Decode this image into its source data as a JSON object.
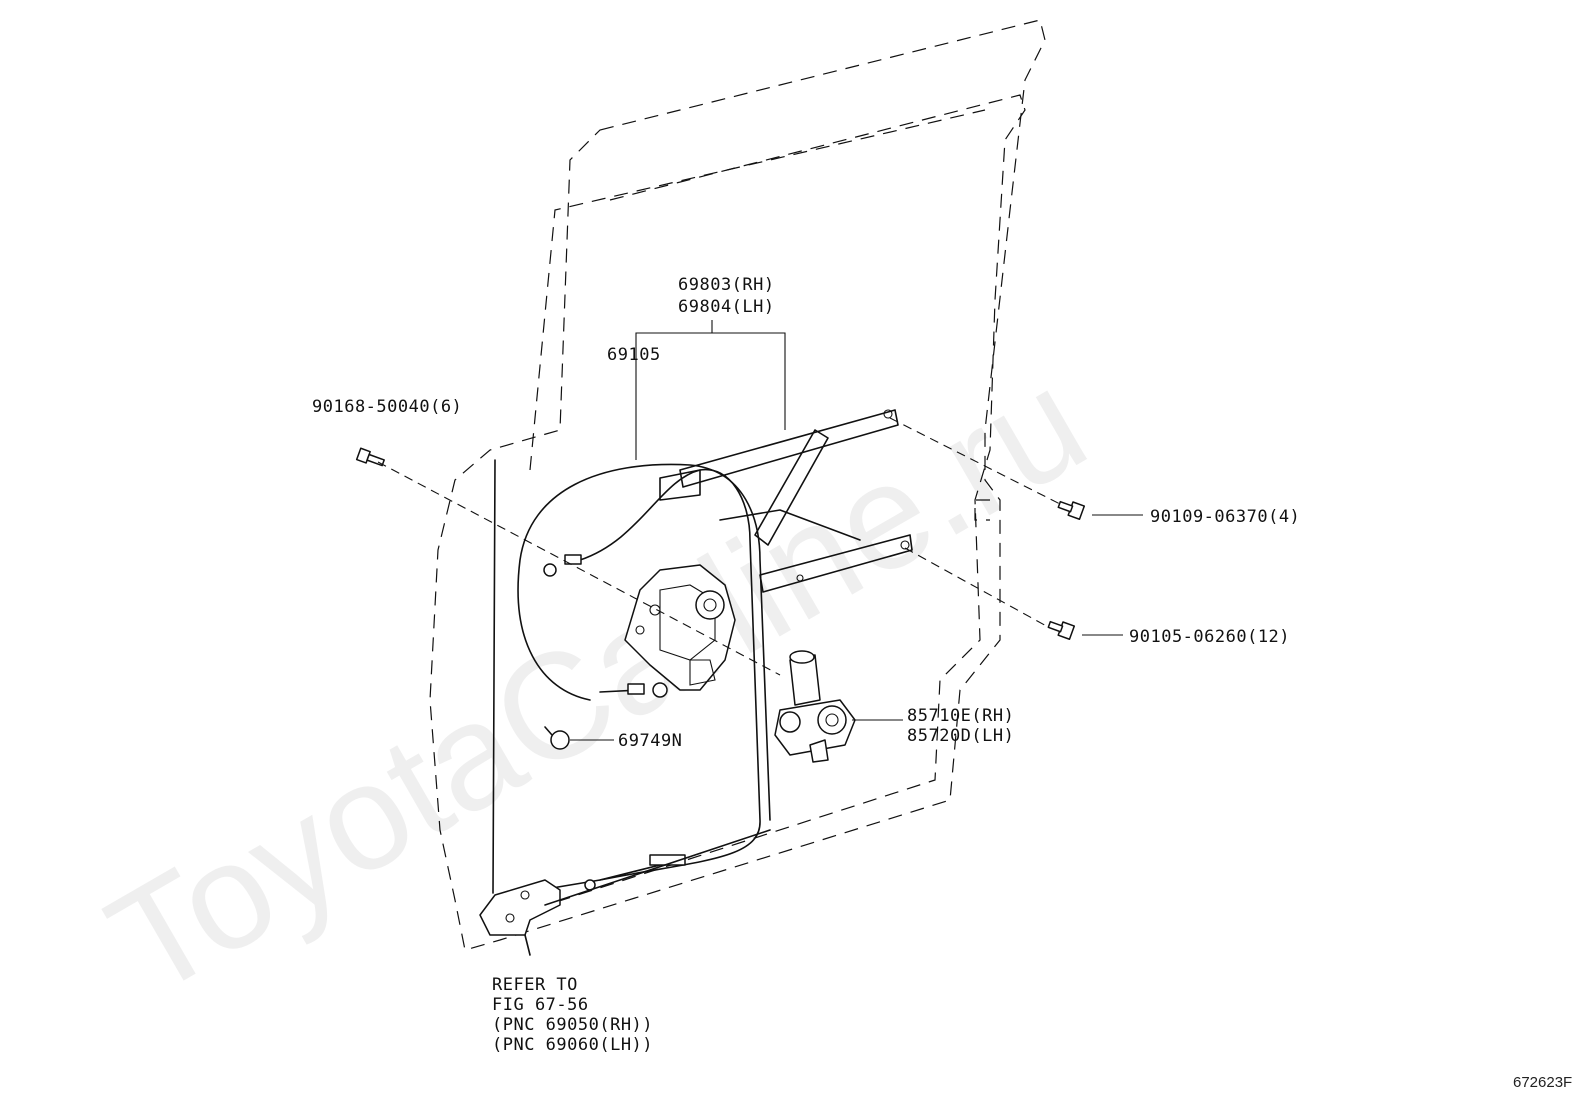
{
  "watermark": "ToyotaCarline.ru",
  "figure_id": "672623F",
  "parts": {
    "regulator_rh": "69803(RH)",
    "regulator_lh": "69804(LH)",
    "cable": "69105",
    "bolt_door": "90168-50040(6)",
    "bolt_upper": "90109-06370(4)",
    "bolt_lower": "90105-06260(12)",
    "motor_rh": "85710E(RH)",
    "motor_lh": "85720D(LH)",
    "clamp": "69749N"
  },
  "reference": {
    "line1": "REFER TO",
    "line2": "FIG 67-56",
    "line3": "(PNC 69050(RH))",
    "line4": "(PNC 69060(LH))"
  }
}
